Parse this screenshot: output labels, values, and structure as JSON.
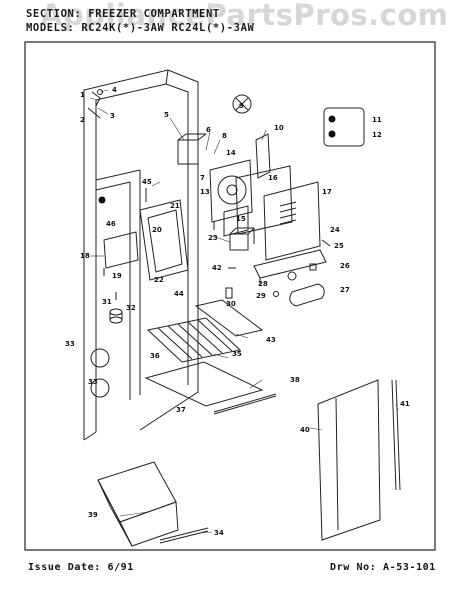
{
  "watermark": "AppliancePartsPros.com",
  "header": {
    "section": "SECTION: FREEZER COMPARTMENT",
    "models": "MODELS: RC24K(*)-3AW  RC24L(*)-3AW"
  },
  "footer": {
    "issue_date": "Issue Date: 6/91",
    "drawing_no": "Drw No:  A-53-101"
  },
  "callouts": [
    "1",
    "2",
    "3",
    "4",
    "5",
    "6",
    "7",
    "8",
    "9",
    "10",
    "11",
    "12",
    "13",
    "14",
    "15",
    "16",
    "17",
    "18",
    "19",
    "20",
    "21",
    "22",
    "23",
    "24",
    "25",
    "26",
    "27",
    "28",
    "29",
    "30",
    "31",
    "32",
    "33",
    "33",
    "34",
    "35",
    "36",
    "37",
    "38",
    "39",
    "40",
    "41",
    "42",
    "43",
    "44",
    "45",
    "46"
  ]
}
